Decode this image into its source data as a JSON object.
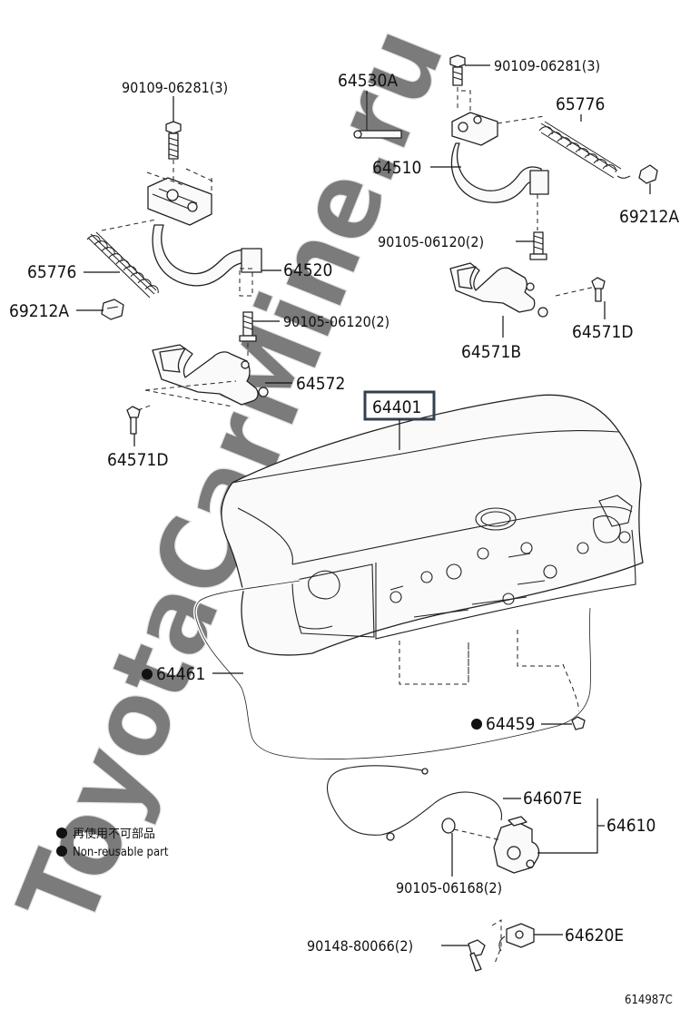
{
  "labels": {
    "hinge_bolt_left": "90109-06281(3)",
    "hinge_bolt_right": "90109-06281(3)",
    "torsion_bar": "64530A",
    "spring_right": "65776",
    "hinge_right": "64510",
    "grommet_right": "69212A",
    "bolt_right": "90105-06120(2)",
    "spring_left": "65776",
    "hinge_left": "64520",
    "grommet_left": "69212A",
    "bolt_left": "90105-06120(2)",
    "bracket_right": "64571B",
    "bracket_screw_right": "64571D",
    "bracket_left": "64572",
    "bracket_screw_left": "64571D",
    "trunk_lid": "64401",
    "weatherstrip": "64461",
    "clip": "64459",
    "cable": "64607E",
    "lock_assy": "64610",
    "lock_bolt": "90105-06168(2)",
    "screw": "90148-80066(2)",
    "striker": "64620E",
    "diagram_code": "614987C"
  },
  "legend": {
    "line1": "再使用不可部品",
    "line2": "Non-reusable part"
  },
  "watermark": "ToyotaCarMine.ru",
  "colors": {
    "ink": "#111111",
    "highlight_frame": "#33414f",
    "watermark": "#cfcfcf"
  }
}
